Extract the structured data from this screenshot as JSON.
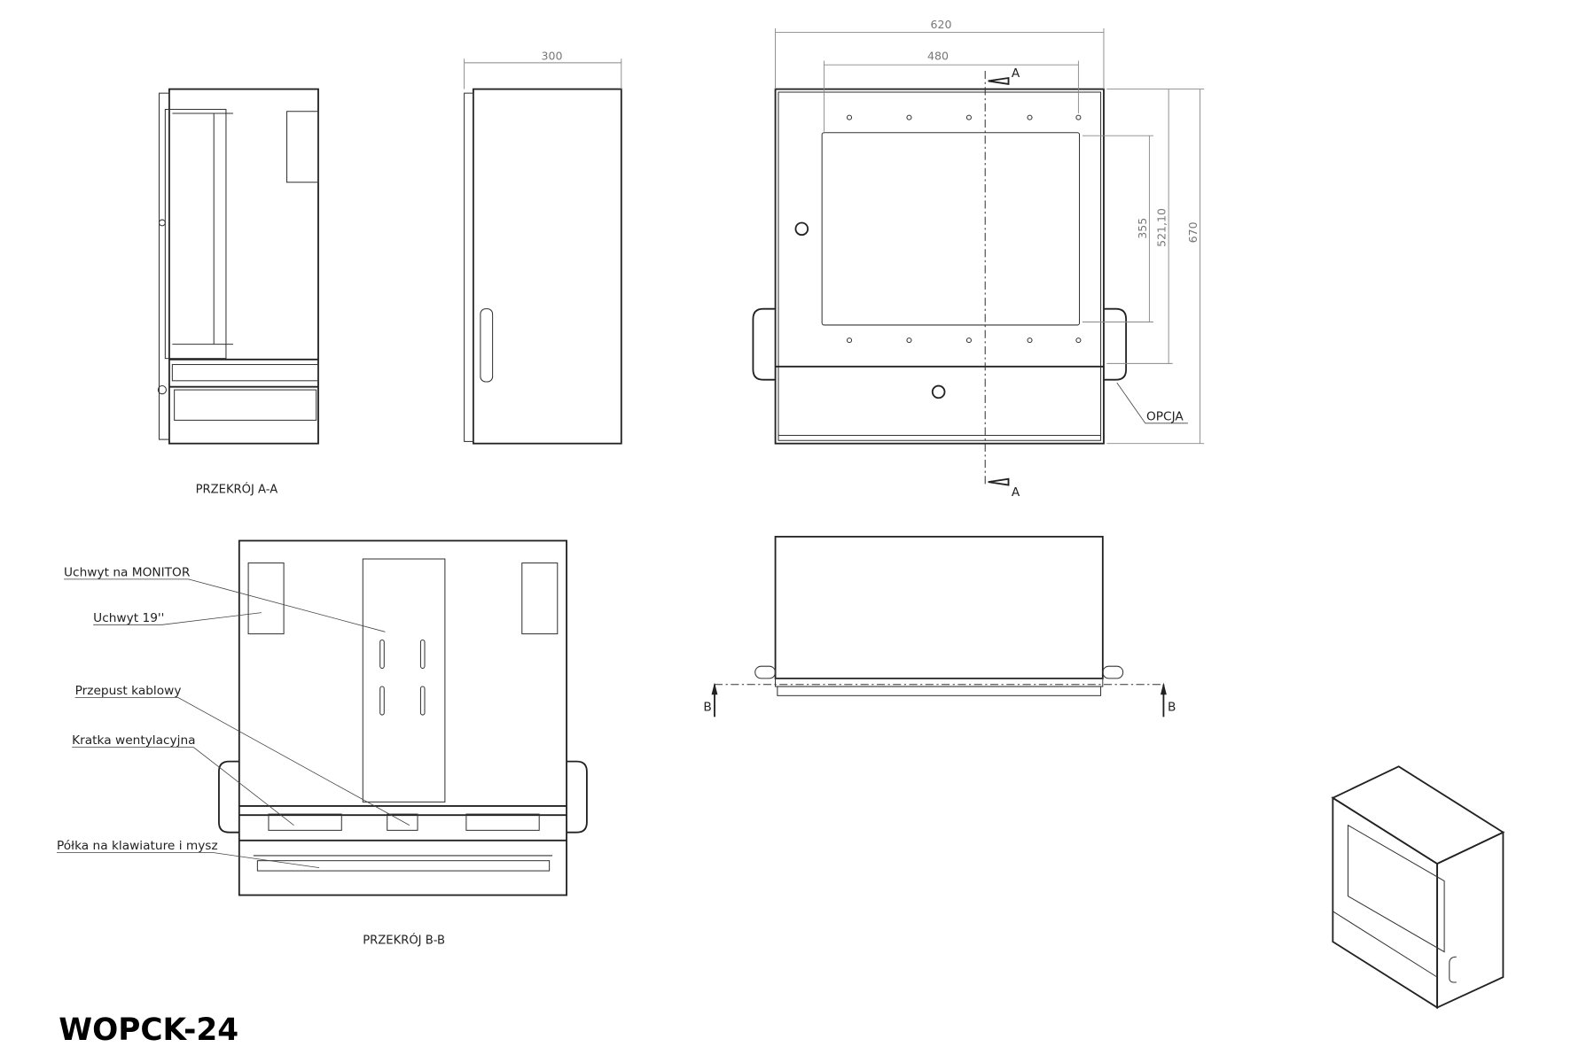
{
  "title": "WOPCK-24",
  "views": {
    "section_a_caption": "PRZEKRÓJ A-A",
    "section_b_caption": "PRZEKRÓJ B-B"
  },
  "dimensions": {
    "side_depth": "300",
    "front_width": "620",
    "window_width": "480",
    "window_height": "355",
    "door_height": "521,10",
    "total_height": "670"
  },
  "section_markers": {
    "a_top": "A",
    "a_bottom": "A",
    "b_left": "B",
    "b_right": "B"
  },
  "callouts": {
    "opcja": "OPCJA",
    "monitor_mount": "Uchwyt na MONITOR",
    "rack_mount": "Uchwyt 19''",
    "cable_gland": "Przepust kablowy",
    "vent_grille": "Kratka wentylacyjna",
    "keyboard_shelf": "Półka na klawiature i mysz"
  }
}
